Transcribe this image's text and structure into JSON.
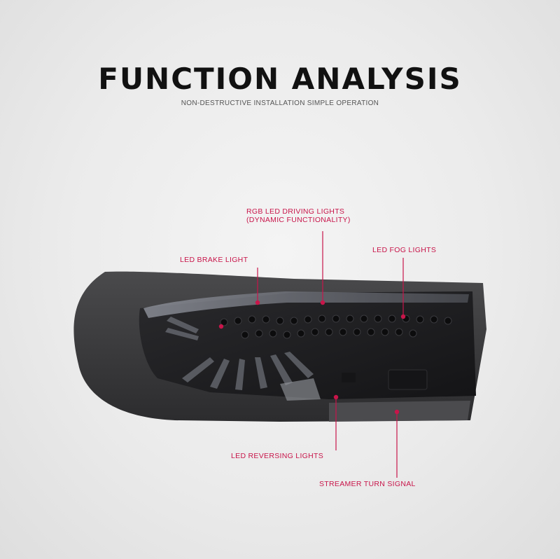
{
  "header": {
    "title": "FUNCTION ANALYSIS",
    "subtitle": "NON-DESTRUCTIVE INSTALLATION SIMPLE OPERATION"
  },
  "callouts": {
    "rgb_line1": "RGB LED DRIVING LIGHTS",
    "rgb_line2": "(DYNAMIC FUNCTIONALITY)",
    "brake": "LED BRAKE LIGHT",
    "fog": "LED FOG LIGHTS",
    "reversing": "LED REVERSING LIGHTS",
    "turn": "STREAMER TURN SIGNAL"
  },
  "colors": {
    "accent": "#c8154a",
    "lamp_body": "#3a3a3c",
    "lamp_lens": "#1c1c1e"
  }
}
